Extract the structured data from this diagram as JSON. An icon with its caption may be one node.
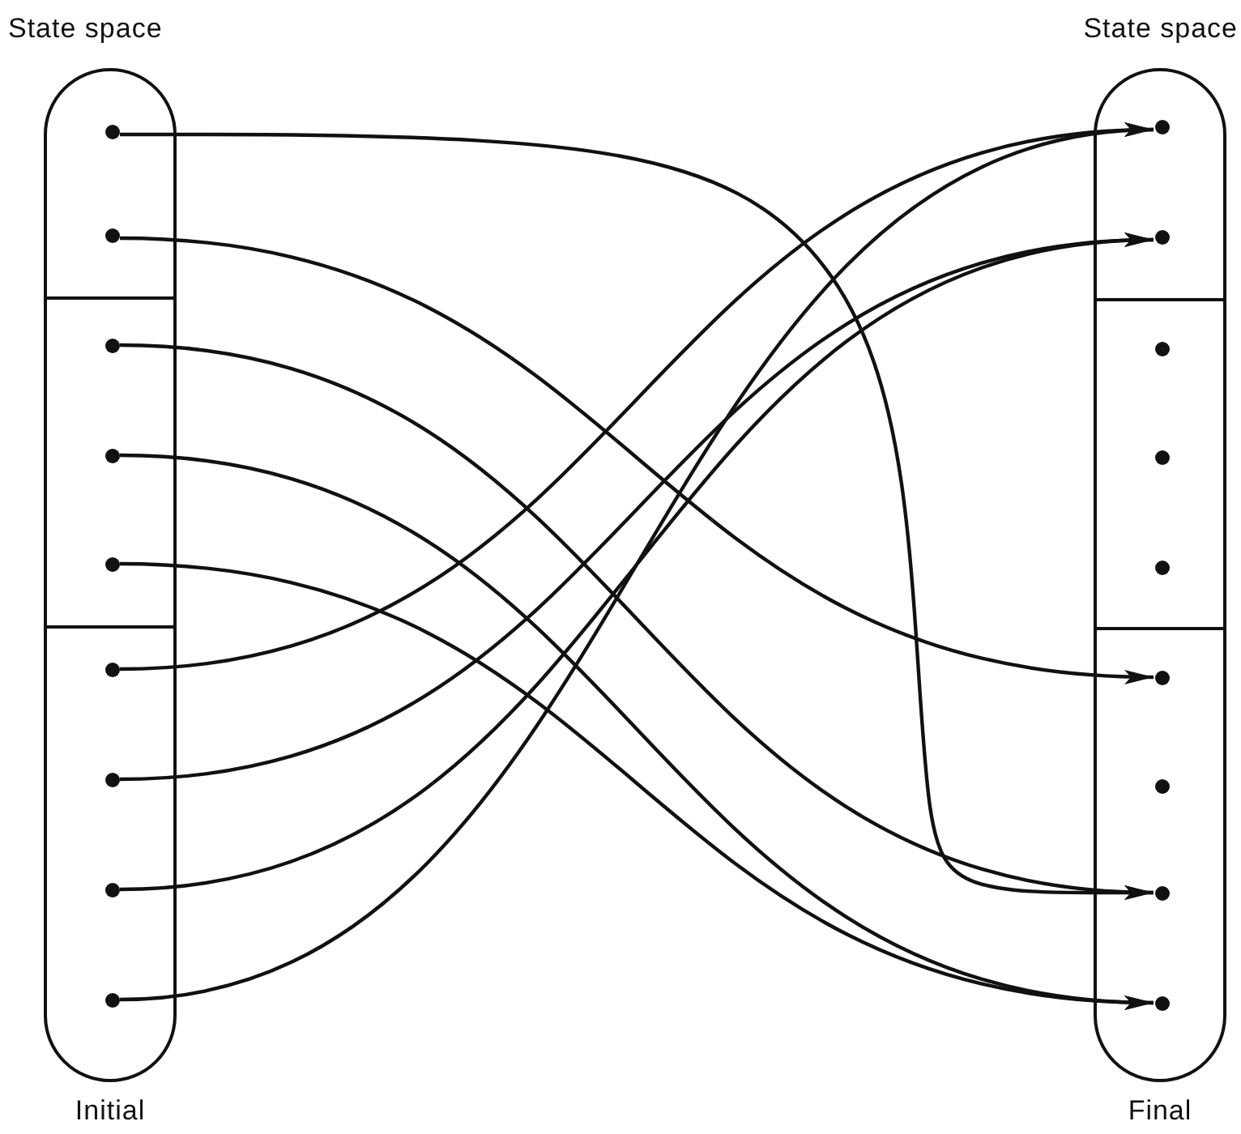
{
  "diagram": {
    "nodes": [
      {
        "text": [
          "State space"
        ],
        "beside": [
          "Initial"
        ]
      },
      {
        "text": [],
        "shape": "box",
        "in": 0
      },
      {
        "text": [],
        "shape": "box",
        "in": 0
      },
      {
        "text": [],
        "shape": "box",
        "in": 0
      },
      {
        "text": [],
        "shape": "circle",
        "in": 1
      },
      {
        "text": [],
        "shape": "circle",
        "in": 1
      },
      {
        "text": [],
        "shape": "circle",
        "in": 2
      },
      {
        "text": [],
        "shape": "circle",
        "in": 2
      },
      {
        "text": [],
        "shape": "circle",
        "in": 2
      },
      {
        "text": [],
        "shape": "circle",
        "in": 3
      },
      {
        "text": [],
        "shape": "circle",
        "in": 3
      },
      {
        "text": [],
        "shape": "circle",
        "in": 3
      },
      {
        "text": [],
        "shape": "circle",
        "in": 3
      },
      {
        "text": [
          "State space"
        ],
        "beside": [
          "Final"
        ]
      },
      {
        "text": [],
        "shape": "box",
        "in": 13
      },
      {
        "text": [],
        "shape": "box",
        "in": 13
      },
      {
        "text": [],
        "shape": "box",
        "in": 13
      },
      {
        "text": [],
        "shape": "circle",
        "in": 14
      },
      {
        "text": [],
        "shape": "circle",
        "in": 14
      },
      {
        "text": [],
        "shape": "circle",
        "in": 15
      },
      {
        "text": [],
        "shape": "circle",
        "in": 15
      },
      {
        "text": [],
        "shape": "circle",
        "in": 15
      },
      {
        "text": [],
        "shape": "circle",
        "in": 16
      },
      {
        "text": [],
        "shape": "circle",
        "in": 16
      },
      {
        "text": [],
        "shape": "circle",
        "in": 16
      },
      {
        "text": [],
        "shape": "circle",
        "in": 16
      }
    ],
    "edges": [
      {
        "from": 4,
        "to": 24,
        "arrow": "to"
      },
      {
        "from": 5,
        "to": 22,
        "arrow": "to"
      },
      {
        "from": 6,
        "to": 24,
        "arrow": "to"
      },
      {
        "from": 7,
        "to": 25,
        "arrow": "to"
      },
      {
        "from": 8,
        "to": 25,
        "arrow": "to"
      },
      {
        "from": 9,
        "to": 17,
        "arrow": "to"
      },
      {
        "from": 10,
        "to": 18,
        "arrow": "to"
      },
      {
        "from": 11,
        "to": 18,
        "arrow": "to"
      },
      {
        "from": 12,
        "to": 17,
        "arrow": "to"
      }
    ]
  }
}
